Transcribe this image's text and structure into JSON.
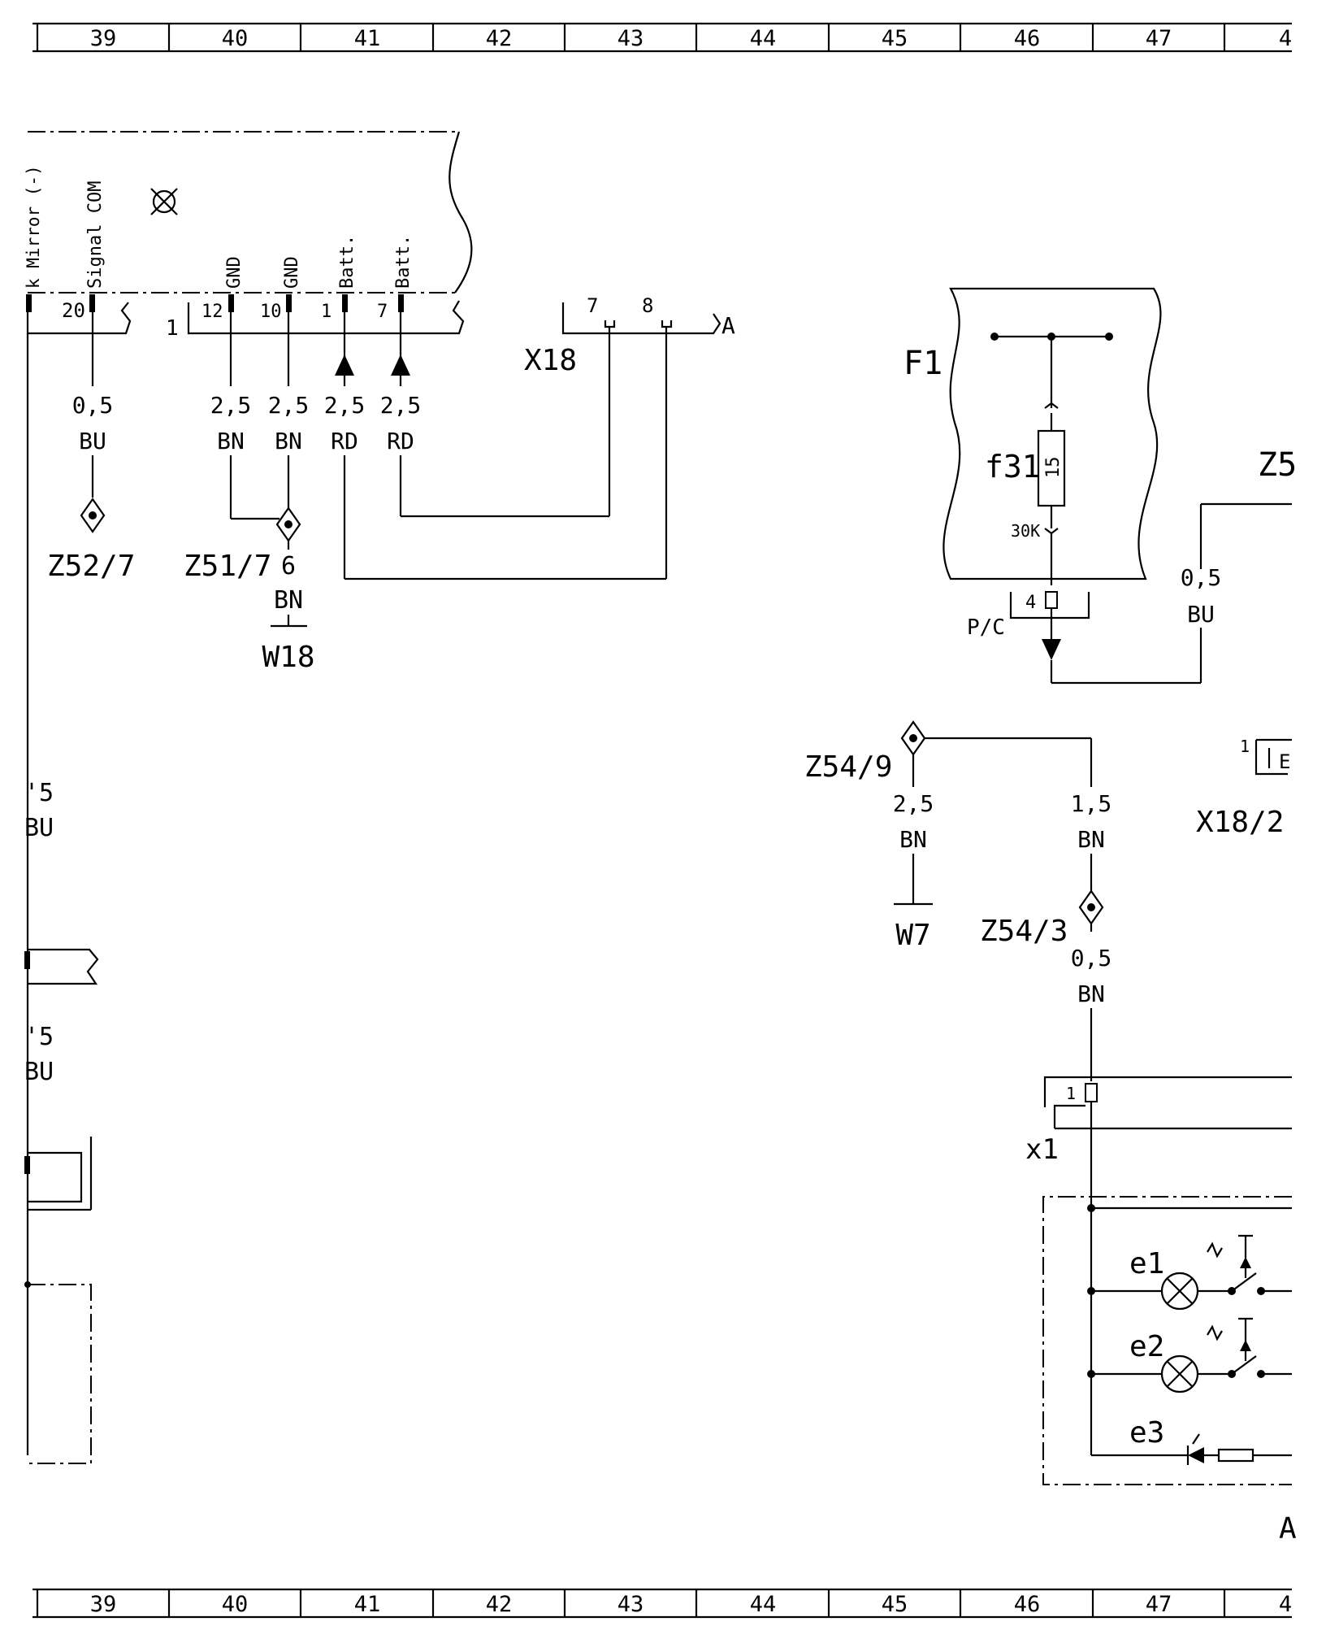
{
  "ruler": {
    "numbers": [
      "39",
      "40",
      "41",
      "42",
      "43",
      "44",
      "45",
      "46",
      "47",
      "4"
    ]
  },
  "module_left": {
    "pin_names": {
      "mirror": "k Mirror (-)",
      "signal_com": "Signal COM",
      "gnd_a": "GND",
      "gnd_b": "GND",
      "batt_a": "Batt.",
      "batt_b": "Batt."
    },
    "pins": {
      "p20": "20",
      "connector": "1",
      "p12": "12",
      "p10": "10",
      "p1": "1",
      "p7": "7"
    },
    "wires": {
      "w20_size": "0,5",
      "w20_color": "BU",
      "w12_size": "2,5",
      "w12_color": "BN",
      "w10_size": "2,5",
      "w10_color": "BN",
      "w1_size": "2,5",
      "w1_color": "RD",
      "w7_size": "2,5",
      "w7_color": "RD"
    },
    "splices": {
      "z52": "Z52/7",
      "z51": "Z51/7",
      "z51_wire_size": "6",
      "z51_wire_color": "BN",
      "w18": "W18"
    }
  },
  "x18": {
    "label": "X18",
    "pin7": "7",
    "pin8": "8",
    "side": "A"
  },
  "fuse_box": {
    "label": "F1",
    "fuse_name": "f31",
    "fuse_rating": "15",
    "fuse_terminal": "30K",
    "pc_label": "P/C",
    "pc_pin": "4"
  },
  "right_wires": {
    "z5_partial": "Z5",
    "fuse_wire_size": "0,5",
    "fuse_wire_color": "BU",
    "x18_2": "X18/2",
    "x18_2_pin": "1",
    "x18_2_partial": "E"
  },
  "z54": {
    "z54_9": "Z54/9",
    "w7_size": "2,5",
    "w7_color": "BN",
    "w7_label": "W7",
    "mid_size": "1,5",
    "mid_color": "BN",
    "z54_3": "Z54/3",
    "low_size": "0,5",
    "low_color": "BN"
  },
  "lamp_unit": {
    "x1_label": "x1",
    "x1_pin": "1",
    "e1": "e1",
    "e2": "e2",
    "e3": "e3",
    "partial_label": "A"
  },
  "left_edge": {
    "upper_size": "'5",
    "upper_color": "BU",
    "lower_size": "'5",
    "lower_color": "BU"
  }
}
